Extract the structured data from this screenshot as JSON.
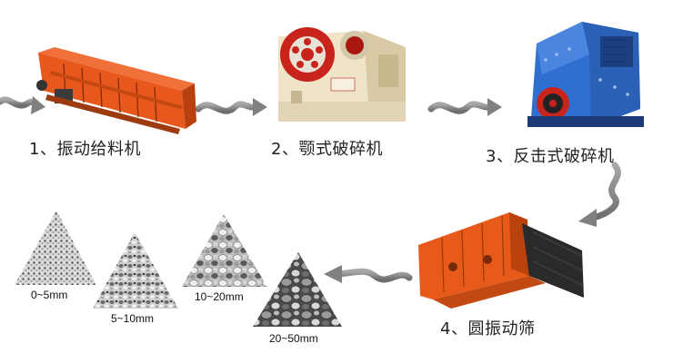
{
  "steps": [
    {
      "label": "1、振动给料机",
      "machine": "vibrating-feeder"
    },
    {
      "label": "2、颚式破碎机",
      "machine": "jaw-crusher"
    },
    {
      "label": "3、反击式破碎机",
      "machine": "impact-crusher"
    },
    {
      "label": "4、圆振动筛",
      "machine": "circular-vibrating-screen"
    }
  ],
  "products": [
    {
      "label": "0~5mm"
    },
    {
      "label": "5~10mm"
    },
    {
      "label": "10~20mm"
    },
    {
      "label": "20~50mm"
    }
  ],
  "colors": {
    "feeder": "#e8571c",
    "jaw_body": "#efe3c8",
    "jaw_wheel": "#c8241c",
    "impact_body": "#2f6fd0",
    "screen": "#e85a1a",
    "arrow": "#808080"
  }
}
